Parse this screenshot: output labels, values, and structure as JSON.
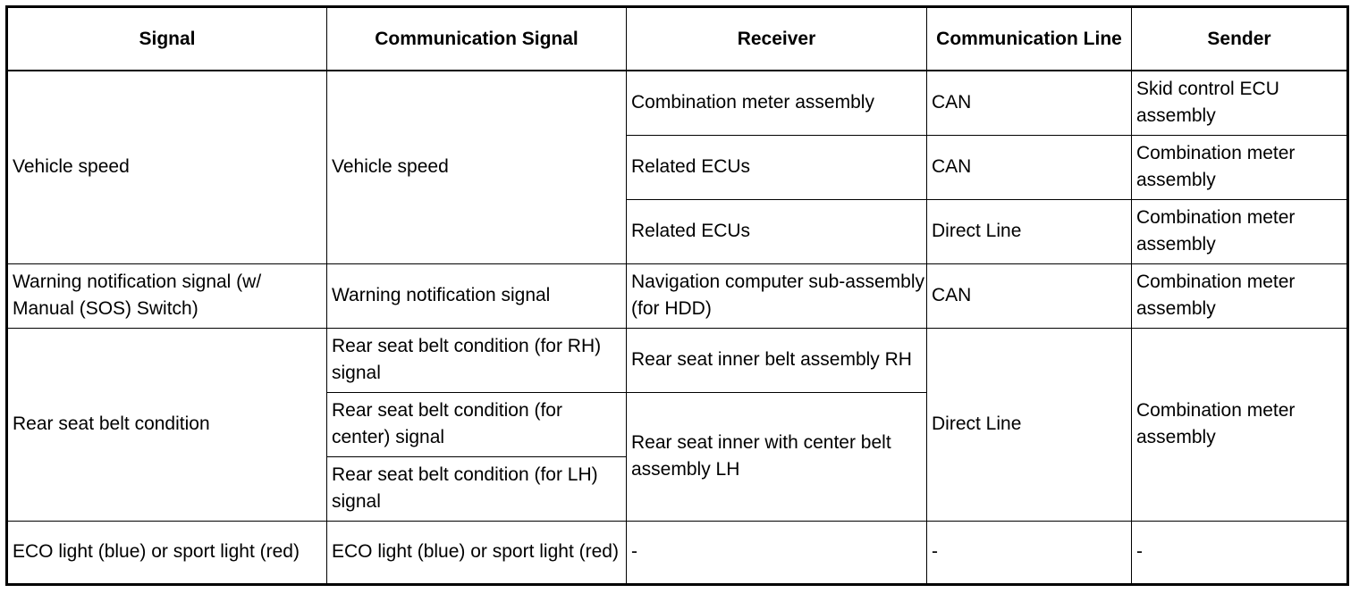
{
  "table": {
    "headers": [
      "Signal",
      "Communication Signal",
      "Receiver",
      "Communication Line",
      "Sender"
    ],
    "rows": [
      {
        "signal": "Vehicle speed",
        "comm_signal": "Vehicle speed",
        "entries": [
          {
            "receiver": "Combination meter assembly",
            "line": "CAN",
            "sender": "Skid control ECU assembly"
          },
          {
            "receiver": "Related ECUs",
            "line": "CAN",
            "sender": "Combination meter assembly"
          },
          {
            "receiver": "Related ECUs",
            "line": "Direct Line",
            "sender": "Combination meter assembly"
          }
        ]
      },
      {
        "signal": "Warning notification signal (w/ Manual (SOS) Switch)",
        "comm_signal": "Warning notification signal",
        "receiver": "Navigation computer sub-assembly (for HDD)",
        "line": "CAN",
        "sender": "Combination meter assembly"
      },
      {
        "signal": "Rear seat belt condition",
        "comm_signals": [
          "Rear seat belt condition (for RH) signal",
          "Rear seat belt condition (for center) signal",
          "Rear seat belt condition (for LH) signal"
        ],
        "receivers": [
          "Rear seat inner belt assembly RH",
          "Rear seat inner with center belt assembly LH"
        ],
        "line": "Direct Line",
        "sender": "Combination meter assembly"
      },
      {
        "signal": "ECO light (blue) or sport light (red)",
        "comm_signal": "ECO light (blue) or sport light (red)",
        "receiver": "-",
        "line": "-",
        "sender": "-"
      }
    ]
  }
}
